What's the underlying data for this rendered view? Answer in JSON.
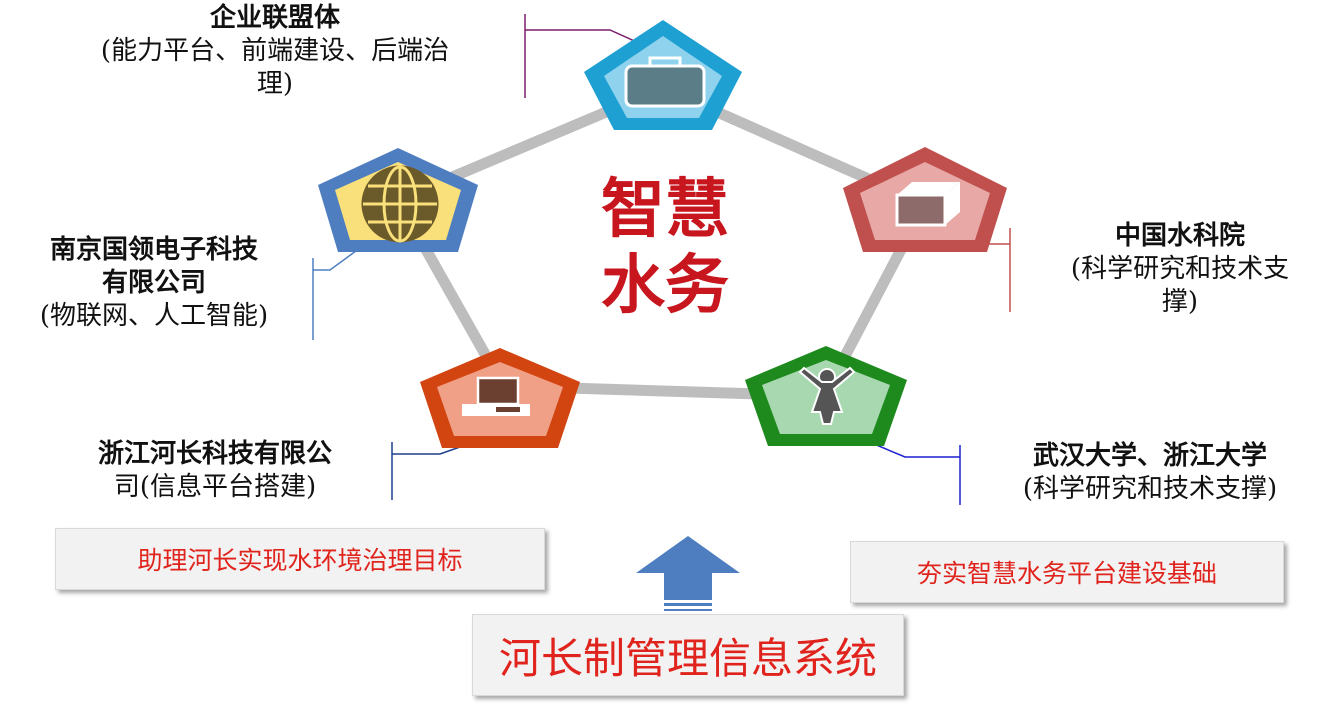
{
  "center": {
    "line1": "智慧",
    "line2": "水务"
  },
  "nodes": {
    "top": {
      "title": "企业联盟体",
      "sub1": "(能力平台、前端建设、后端治",
      "sub2": "理)",
      "icon": "briefcase-icon",
      "fill": "#5b7d87",
      "border": "#1fa0d2",
      "inner": "#8fd2ee"
    },
    "left": {
      "title1": "南京国领电子科技",
      "title2": "有限公司",
      "sub": "(物联网、人工智能)",
      "icon": "globe-icon",
      "border": "#4f7ec0",
      "inner": "#f9e07a"
    },
    "right": {
      "title": "中国水科院",
      "sub1": "(科学研究和技术支",
      "sub2": "撑)",
      "icon": "box-icon",
      "border": "#c0504d",
      "inner": "#e7a8a6"
    },
    "bottom_left": {
      "title": "浙江河长科技有限公",
      "sub": "司(信息平台搭建)",
      "icon": "computer-icon",
      "border": "#d24410",
      "inner": "#f0a086"
    },
    "bottom_right": {
      "title": "武汉大学、浙江大学",
      "sub": "(科学研究和技术支撑)",
      "icon": "person-icon",
      "border": "#1e8a1e",
      "inner": "#a8d8b0"
    }
  },
  "boxes": {
    "left": "助理河长实现水环境治理目标",
    "right": "夯实智慧水务平台建设基础",
    "bottom": "河长制管理信息系统"
  }
}
